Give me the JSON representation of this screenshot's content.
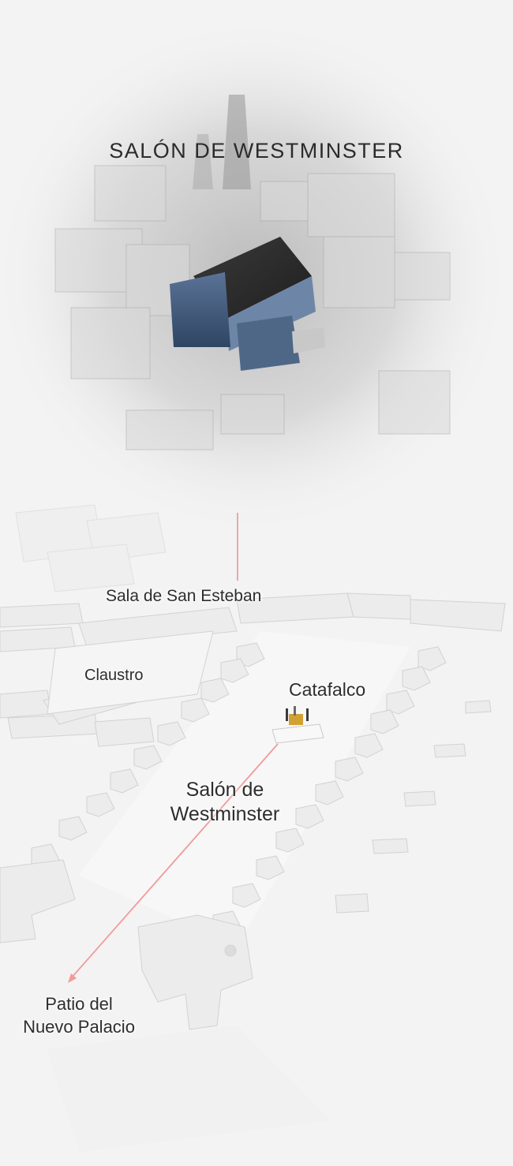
{
  "title": "SALÓN DE WESTMINSTER",
  "labels": {
    "sala_san_esteban": "Sala de San Esteban",
    "claustro": "Claustro",
    "catafalco": "Catafalco",
    "salon_line1": "Salón de",
    "salon_line2": "Westminster",
    "patio_line1": "Patio del",
    "patio_line2": "Nuevo Palacio"
  },
  "colors": {
    "background": "#f3f3f3",
    "building_fill": "#ececec",
    "building_edge": "#d2d2d2",
    "highlight_blue": "#3f5a7c",
    "arrow_red": "#f29a9a",
    "leader_line": "#e07a7a"
  }
}
